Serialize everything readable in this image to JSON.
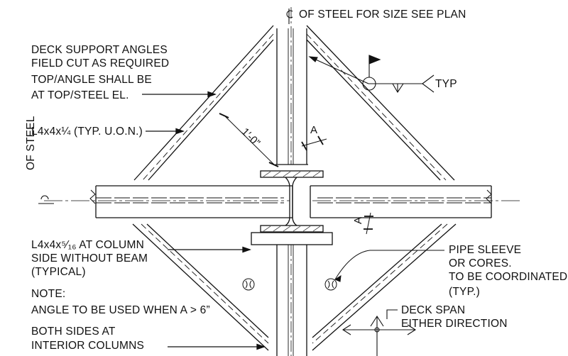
{
  "title_note": "OF STEEL FOR SIZE SEE PLAN",
  "left_notes": {
    "deck_support": [
      "DECK SUPPORT ANGLES",
      "FIELD CUT AS REQUIRED",
      "TOP/ANGLE SHALL BE",
      "AT TOP/STEEL EL."
    ],
    "angle_typ": "L4x4x¼ (TYP. U.O.N.)",
    "of_steel_vertical": "OF STEEL",
    "column_angle": [
      "L4x4x⁵⁄₁₆ AT COLUMN",
      "SIDE WITHOUT BEAM",
      "(TYPICAL)"
    ],
    "note_head": "NOTE:",
    "note_body": "ANGLE TO BE USED WHEN A > 6”",
    "both_sides": [
      "BOTH SIDES AT",
      "INTERIOR COLUMNS"
    ]
  },
  "right_notes": {
    "weld_typ": "TYP",
    "pipe_sleeve": [
      "PIPE SLEEVE",
      "OR CORES.",
      "TO BE COORDINATED",
      "(TYP.)"
    ],
    "deck_span": [
      "DECK SPAN",
      "EITHER DIRECTION"
    ]
  },
  "dimensions": {
    "diag": "1′-0”",
    "a_top": "A",
    "a_right": "A"
  },
  "symbols": {
    "centerline": "centerline-symbol",
    "pipe": "pipe-sleeve-symbol",
    "flag": "weld-flag-symbol"
  },
  "colors": {
    "ink": "#111111",
    "background": "#ffffff"
  }
}
